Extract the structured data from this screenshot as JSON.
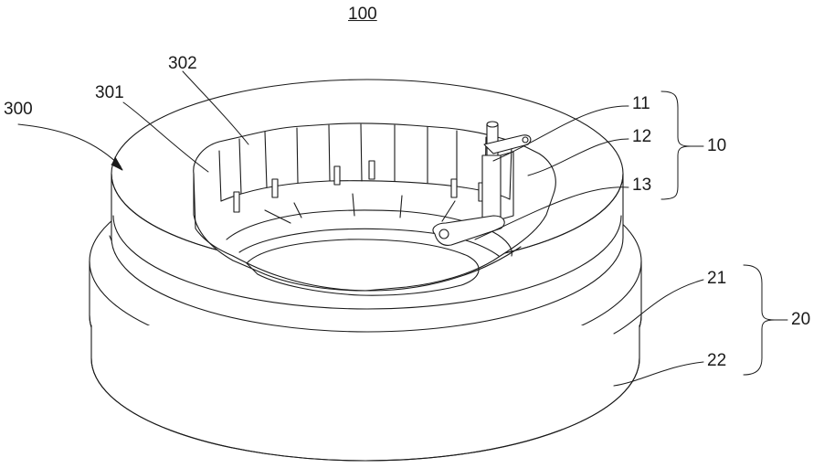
{
  "figure": {
    "title_label": "100",
    "labels": {
      "housing": "300",
      "inner_wall": "301",
      "recess": "302",
      "mechanism": "10",
      "mechanism_part_1": "11",
      "mechanism_part_2": "12",
      "mechanism_part_3": "13",
      "base": "20",
      "base_upper_ring": "21",
      "base_lower_ring": "22"
    }
  }
}
